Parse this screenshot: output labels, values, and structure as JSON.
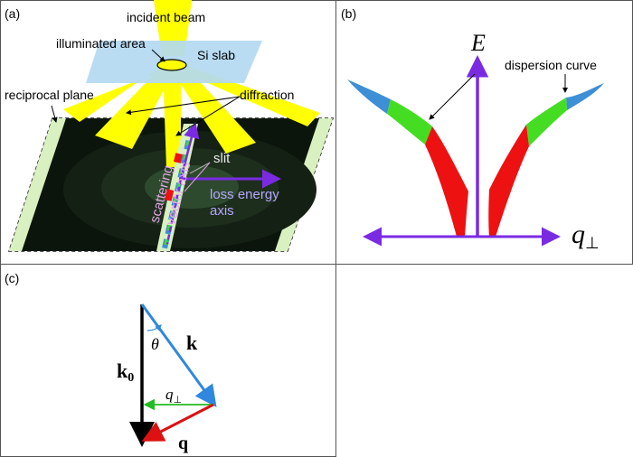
{
  "panels": {
    "a": {
      "tag": "(a)",
      "labels": {
        "incident_beam": "incident beam",
        "illuminated_area": "illuminated area",
        "si_slab": "Si slab",
        "reciprocal_plane": "reciprocal plane",
        "diffraction": "diffraction",
        "slit": "slit",
        "scattering_vector_axis_1": "scattering",
        "scattering_vector_axis_2": "vector axis",
        "loss_energy_axis_1": "loss energy",
        "loss_energy_axis_2": "axis"
      }
    },
    "b": {
      "tag": "(b)",
      "labels": {
        "energy_axis": "E",
        "dispersion_curve": "dispersion curve",
        "q_perp_axis": "q",
        "q_perp_sub": "⊥"
      }
    },
    "c": {
      "tag": "(c)",
      "labels": {
        "k0_main": "k",
        "k0_sub": "0",
        "theta": "θ",
        "k": "k",
        "q_perp": "q",
        "q_perp_sub": "⊥",
        "q": "q"
      }
    }
  },
  "colors": {
    "beam": "#ffff00",
    "slab": "#b3d9f2",
    "plane_dark": "#0b150b",
    "plane_strip": "#d9f0c0",
    "curve_blue": "#3d8fd6",
    "curve_green": "#44dd22",
    "curve_red": "#ee1111",
    "axis_purple": "#7a2be2",
    "k0_black": "#000000",
    "k_blue": "#2f88dd",
    "qperp_green": "#22bb22",
    "q_red": "#dd1111"
  }
}
